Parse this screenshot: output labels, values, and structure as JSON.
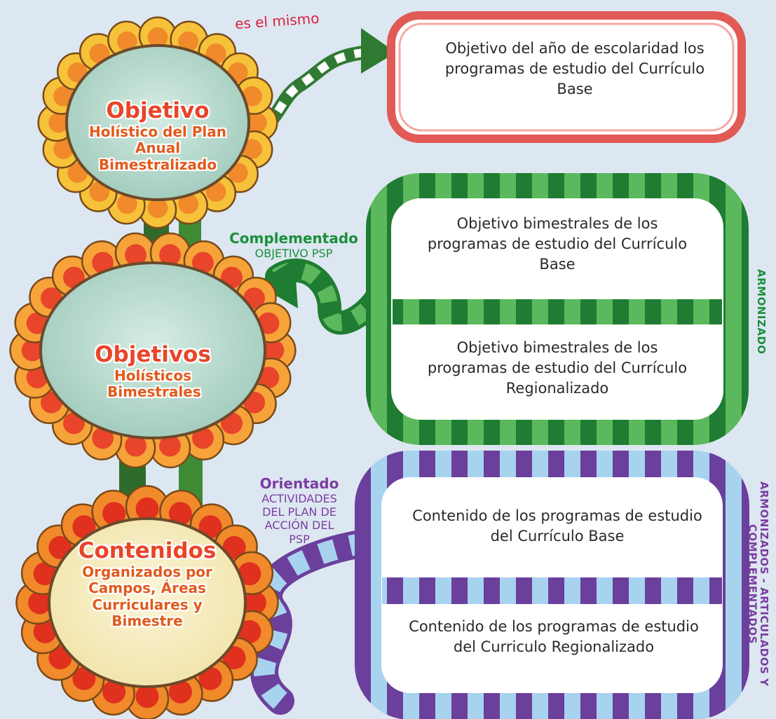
{
  "flowers": [
    {
      "title": "Objetivo",
      "subtitle": "Holístico del Plan Anual Bimestralizado"
    },
    {
      "title": "Objetivos",
      "subtitle": "Holísticos Bimestrales"
    },
    {
      "title": "Contenidos",
      "subtitle": "Organizados por Campos, Áreas Curriculares y Bimestre"
    }
  ],
  "connectors": {
    "top": {
      "label": "es el mismo"
    },
    "middle": {
      "label": "Complementado",
      "sublabel": "OBJETIVO PSP"
    },
    "bottom": {
      "label": "Orientado",
      "sublabel": "ACTIVIDADES DEL PLAN DE ACCIÓN DEL PSP"
    }
  },
  "boxes": {
    "top": "Objetivo del año de escolaridad los programas de estudio del Currículo Base",
    "green_1": "Objetivo bimestrales de los programas de estudio del Currículo Base",
    "green_2": "Objetivo bimestrales de los programas de estudio del Currículo Regionalizado",
    "purple_1": "Contenido de los programas de estudio del Currículo Base",
    "purple_2": "Contenido de los programas de estudio del Curriculo Regionalizado"
  },
  "side_labels": {
    "green": "ARMONIZADO",
    "purple": "ARMONIZADOS - ARTICULADOS Y COMPLEMENTADOS"
  },
  "colors": {
    "red": "#d8203f",
    "green": "#1b8f3c",
    "purple": "#7b3ea1",
    "orange_title": "#e8452a",
    "petal_yellow": "#f3b52a",
    "petal_red": "#e8452a",
    "center_teal": "#b9dcd1"
  }
}
